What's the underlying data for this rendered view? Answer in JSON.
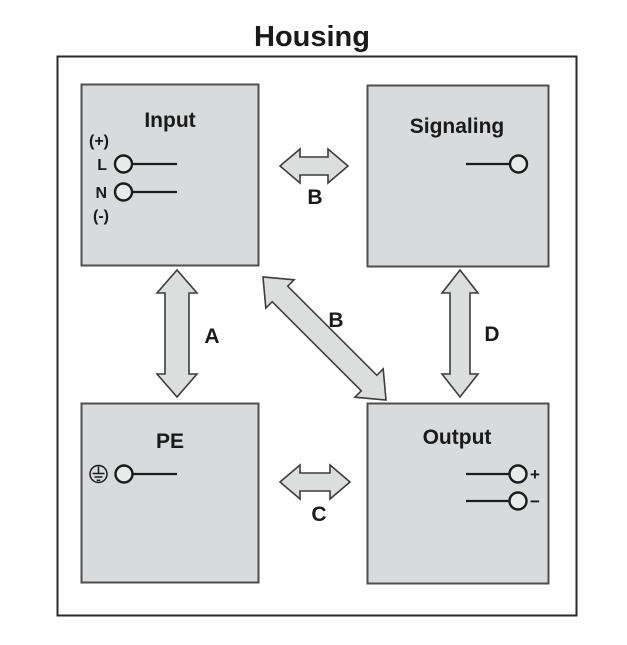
{
  "title": "Housing",
  "boxes": {
    "input": {
      "label": "Input",
      "terminals": {
        "plus_polarity": "(+)",
        "line": "L",
        "neutral": "N",
        "minus_polarity": "(-)"
      }
    },
    "signaling": {
      "label": "Signaling"
    },
    "pe": {
      "label": "PE"
    },
    "output": {
      "label": "Output",
      "terminals": {
        "plus": "+",
        "minus": "−"
      }
    }
  },
  "arrows": {
    "input_pe": "A",
    "input_signaling": "B",
    "input_output": "B",
    "pe_output": "C",
    "signaling_output": "D"
  },
  "colors": {
    "box_fill": "#d9dadb",
    "box_stroke": "#4f4f4f",
    "arrow_fill": "#dcdddd",
    "arrow_stroke": "#3d3d3d",
    "outer_stroke": "#2b2b2b",
    "line_color": "#1c1c1c",
    "text_color": "#1a1a1a"
  }
}
